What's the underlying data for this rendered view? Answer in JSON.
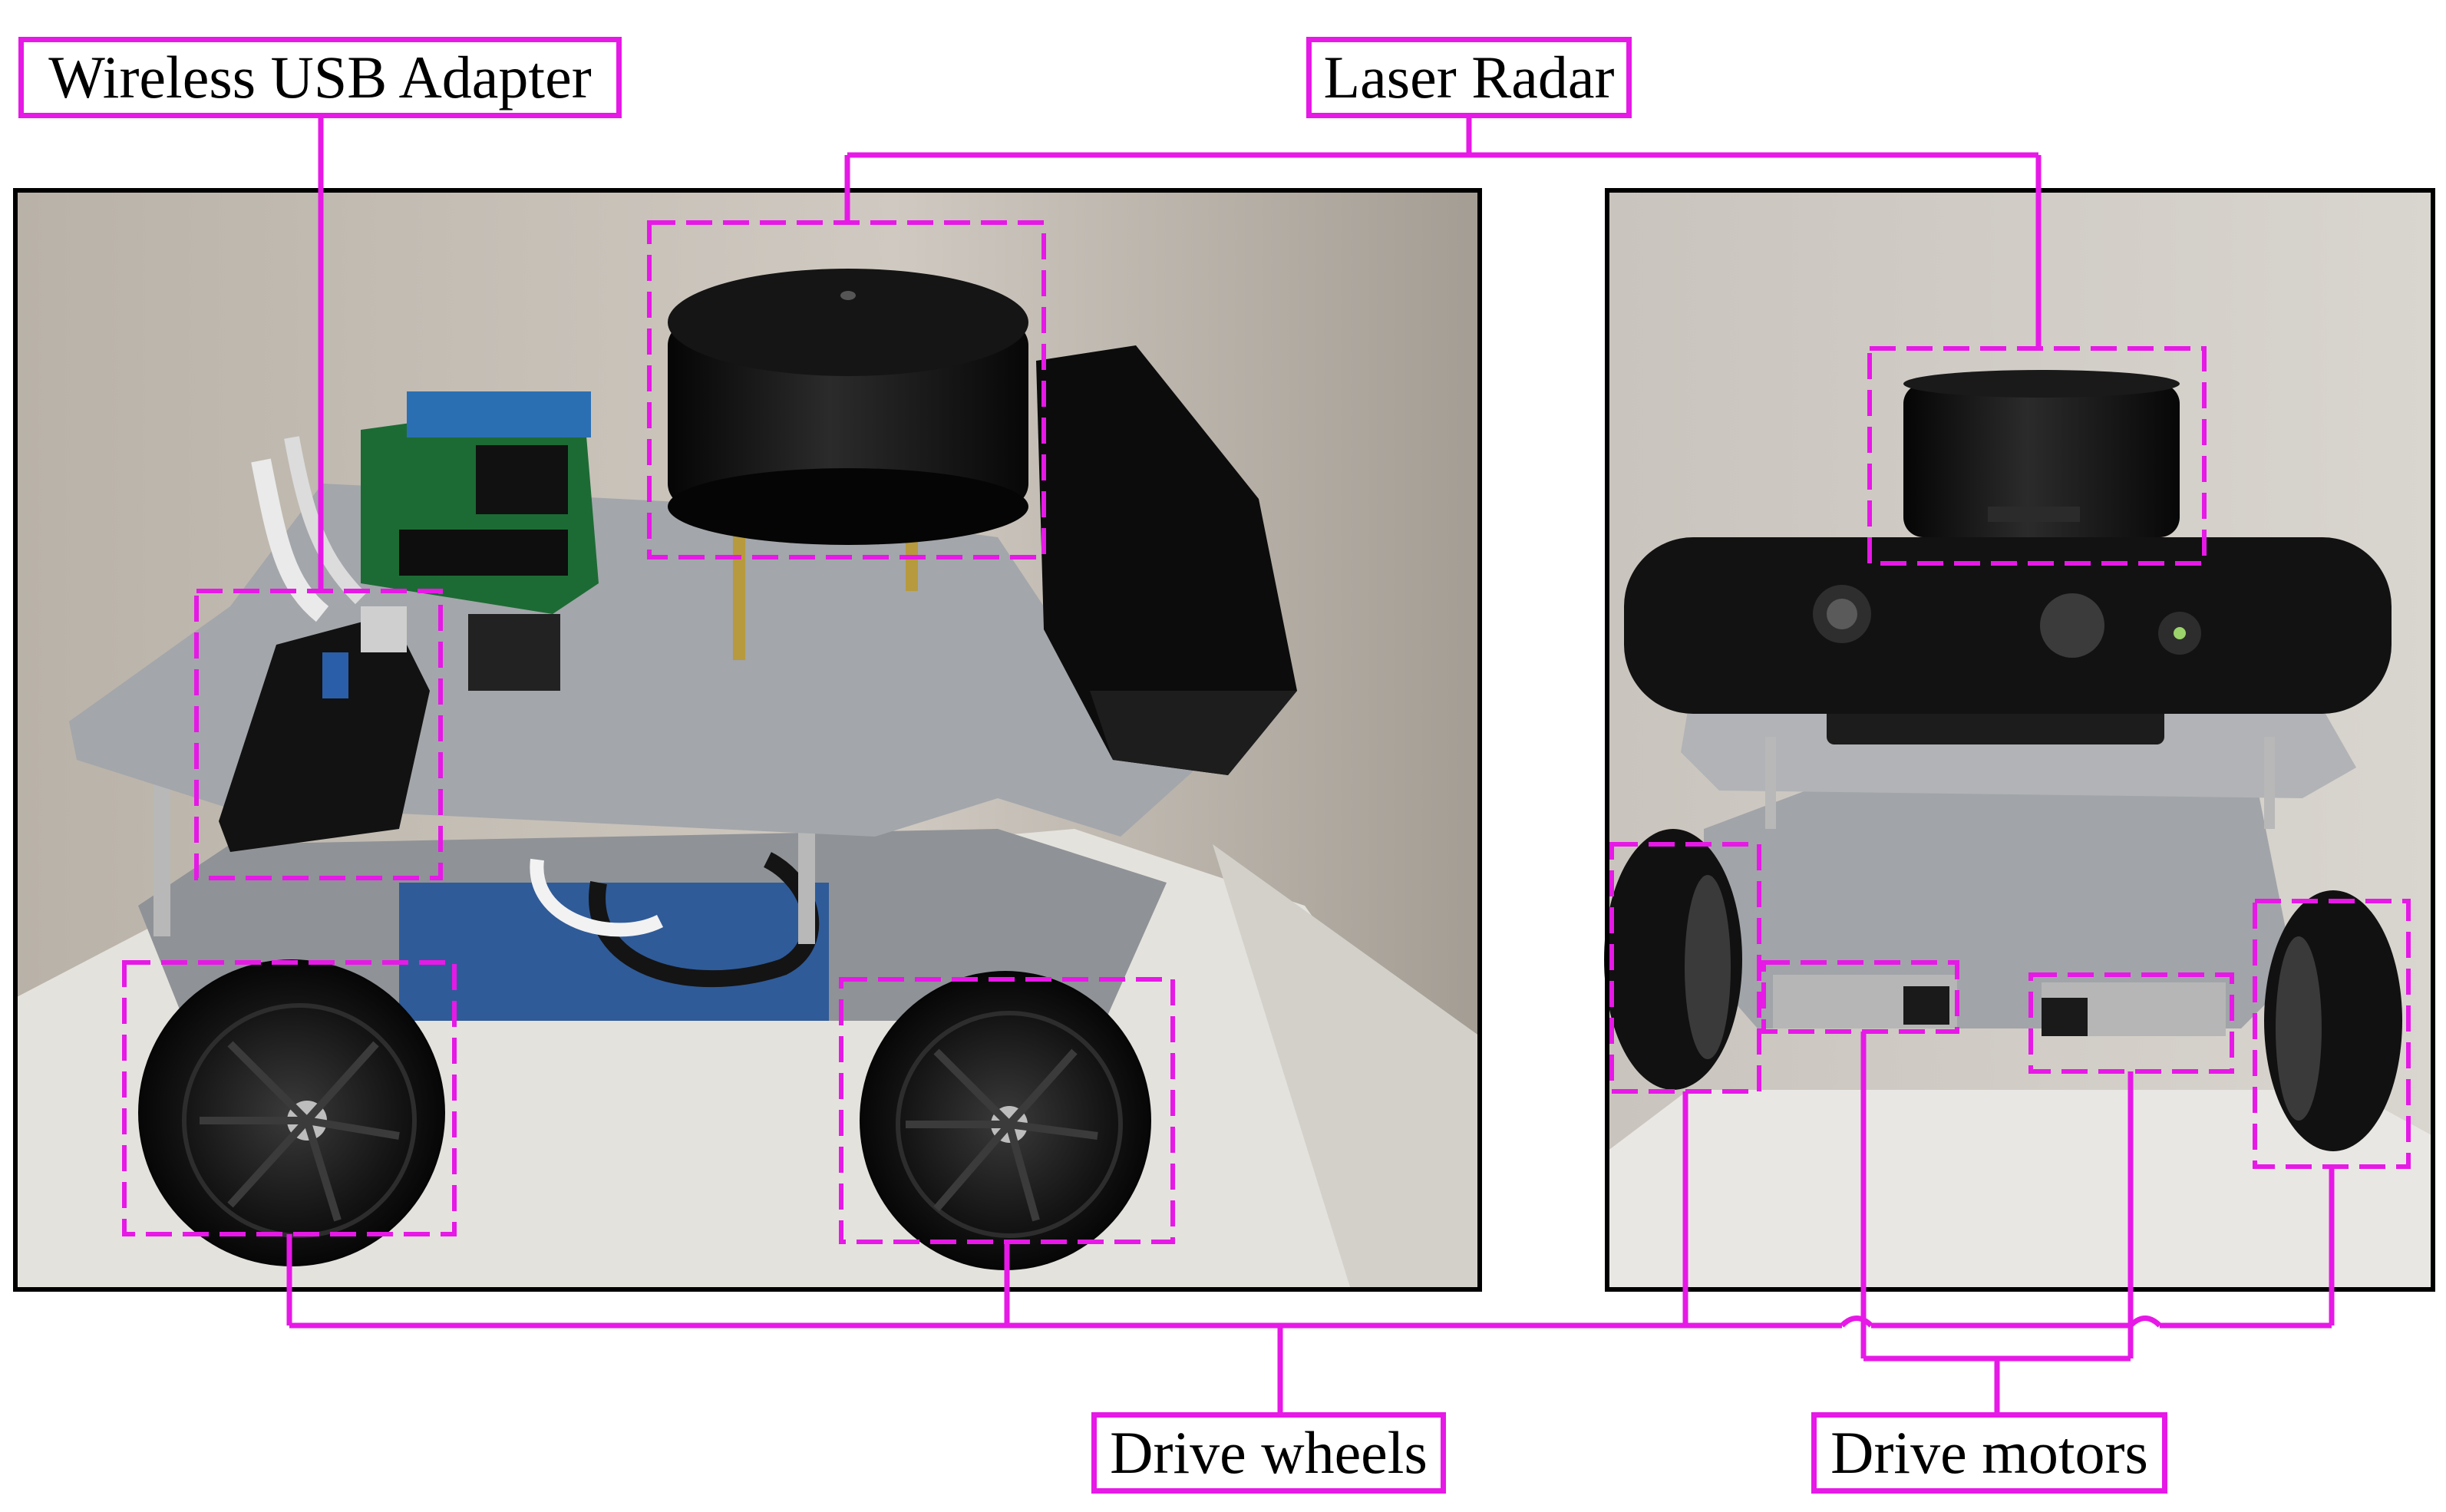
{
  "labels": {
    "wireless_usb_adapter": "Wireless USB Adapter",
    "laser_radar": "Laser Radar",
    "drive_wheels": "Drive wheels",
    "drive_motors": "Drive motors"
  },
  "colors": {
    "annotation": "#e619e6",
    "photo_frame": "#000000",
    "wall": "#cfc9c1",
    "floor": "#e7e5e0",
    "chassis": "#9c9fa3",
    "black_part": "#111111",
    "pcb": "#1c6b34"
  },
  "icons": [
    "robot-side-photo",
    "robot-front-photo",
    "lidar-sensor",
    "usb-dongle",
    "wheel",
    "motor",
    "depth-camera",
    "battery"
  ]
}
